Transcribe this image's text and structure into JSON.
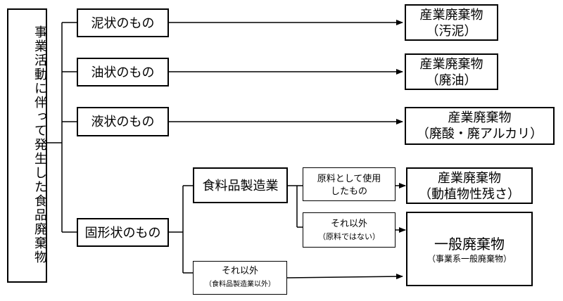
{
  "root": {
    "label": "事業活動に伴って発生した食品廃棄物"
  },
  "categories": {
    "sludge": "泥状のもの",
    "oil": "油状のもの",
    "liquid": "液状のもの",
    "solid": "固形状のもの"
  },
  "solid_branches": {
    "food_mfg": "食料品製造業",
    "other_line1": "それ以外",
    "other_line2": "（食料品製造業以外）"
  },
  "food_mfg_branches": {
    "raw_line1": "原料として使用",
    "raw_line2": "したもの",
    "nonraw_line1": "それ以外",
    "nonraw_line2": "（原料ではない）"
  },
  "outcomes": {
    "sludge_line1": "産業廃棄物",
    "sludge_line2": "（汚泥）",
    "oil_line1": "産業廃棄物",
    "oil_line2": "（廃油）",
    "acid_line1": "産業廃棄物",
    "acid_line2": "（廃酸・廃アルカリ）",
    "residue_line1": "産業廃棄物",
    "residue_line2": "（動植物性残さ）",
    "general_line1": "一般廃棄物",
    "general_line2": "（事業系一般廃棄物）"
  }
}
